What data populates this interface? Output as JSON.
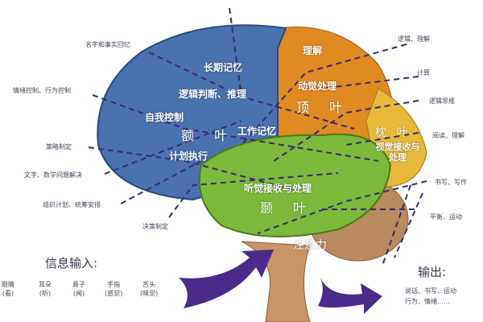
{
  "colors": {
    "frontal": "#4a72b0",
    "parietal": "#e08a22",
    "occipital": "#e8b83a",
    "temporal": "#7cb83a",
    "cerebellum": "#b98a5e",
    "arrow": "#4a2a8a"
  },
  "frontal": {
    "name": "额 叶",
    "labels": [
      "长期记忆",
      "逻辑判断、推理",
      "自我控制",
      "工作记忆",
      "计划执行"
    ]
  },
  "parietal": {
    "name": "顶 叶",
    "labels": [
      "理解",
      "动觉处理"
    ]
  },
  "occipital": {
    "name": "枕 叶",
    "labels": [
      "视觉接收与处理"
    ]
  },
  "temporal": {
    "name": "颞 叶",
    "labels": [
      "听觉接收与处理"
    ]
  },
  "attention": "注意力",
  "functions_left": [
    "名字和事实回忆",
    "情绪控制、行为控制",
    "策略制定",
    "文字、数学问题解决",
    "组织计划、统筹安排",
    "决策制定"
  ],
  "functions_right": [
    "逻辑、理解",
    "计算",
    "逻辑思维",
    "阅读、理解",
    "书写、写作",
    "平衡、运动"
  ],
  "input": {
    "title": "信息输入:",
    "senses": [
      {
        "organ": "眼睛",
        "act": "(看)"
      },
      {
        "organ": "耳朵",
        "act": "(听)"
      },
      {
        "organ": "鼻子",
        "act": "(闻)"
      },
      {
        "organ": "手指",
        "act": "(感觉)"
      },
      {
        "organ": "舌头",
        "act": "(味觉)"
      }
    ]
  },
  "output": {
    "title": "输出:",
    "line1": "说话、书写、运动",
    "line2": "行为、情绪……"
  }
}
